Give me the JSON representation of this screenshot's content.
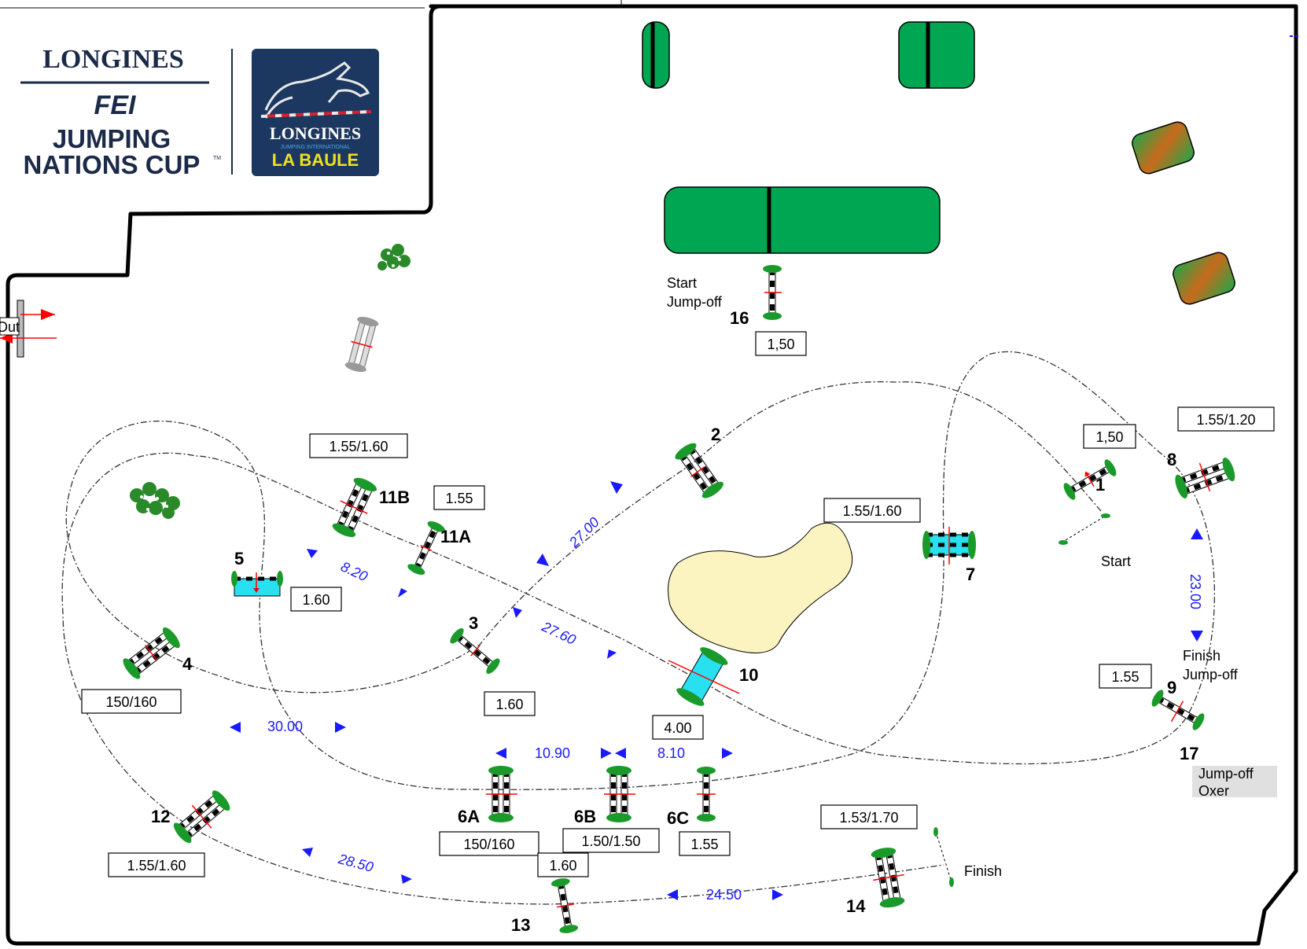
{
  "logo": {
    "longines": "LONGINES",
    "fei": "FEI",
    "series_line1": "JUMPING",
    "series_line2": "NATIONS CUP",
    "tm": "TM",
    "badge_top": "LONGINES",
    "badge_sub": "JUMPING INTERNATIONAL",
    "badge_bottom": "LA BAULE"
  },
  "colors": {
    "hedge": "#00a651",
    "water": "#29e0f0",
    "sand": "#fbf3c0",
    "distance": "#1a1aff",
    "arrow": "#ff0000"
  },
  "exit_label": "Out",
  "obstacles": [
    {
      "id": "1",
      "label": "1",
      "height": "1,50"
    },
    {
      "id": "2",
      "label": "2",
      "height": ""
    },
    {
      "id": "3",
      "label": "3",
      "height": "1.60"
    },
    {
      "id": "4",
      "label": "4",
      "height": "150/160"
    },
    {
      "id": "5",
      "label": "5",
      "height": "1.60"
    },
    {
      "id": "6A",
      "label": "6A",
      "height": "150/160"
    },
    {
      "id": "6B",
      "label": "6B",
      "height": "1.50/1.50"
    },
    {
      "id": "6C",
      "label": "6C",
      "height": "1.55"
    },
    {
      "id": "7",
      "label": "7",
      "height": "1.55/1.60"
    },
    {
      "id": "8",
      "label": "8",
      "height": "1.55/1.20"
    },
    {
      "id": "9",
      "label": "9",
      "height": "1.55"
    },
    {
      "id": "10",
      "label": "10",
      "height": "4.00"
    },
    {
      "id": "11A",
      "label": "11A",
      "height": "1.55"
    },
    {
      "id": "11B",
      "label": "11B",
      "height": "1.55/1.60"
    },
    {
      "id": "12",
      "label": "12",
      "height": "1.55/1.60"
    },
    {
      "id": "13",
      "label": "13",
      "height": "1.60"
    },
    {
      "id": "14",
      "label": "14",
      "height": "1.53/1.70"
    },
    {
      "id": "16",
      "label": "16",
      "height": "1,50"
    },
    {
      "id": "17",
      "label": "17",
      "height": ""
    }
  ],
  "distances": [
    "27.00",
    "8.20",
    "27.60",
    "23.00",
    "30.00",
    "10.90",
    "8.10",
    "28.50",
    "24.50"
  ],
  "notes": {
    "start": "Start",
    "start_jumpoff_1": "Start",
    "start_jumpoff_2": "Jump-off",
    "finish_jumpoff_1": "Finish",
    "finish_jumpoff_2": "Jump-off",
    "finish": "Finish",
    "jumpoff_oxer_1": "Jump-off",
    "jumpoff_oxer_2": "Oxer"
  }
}
